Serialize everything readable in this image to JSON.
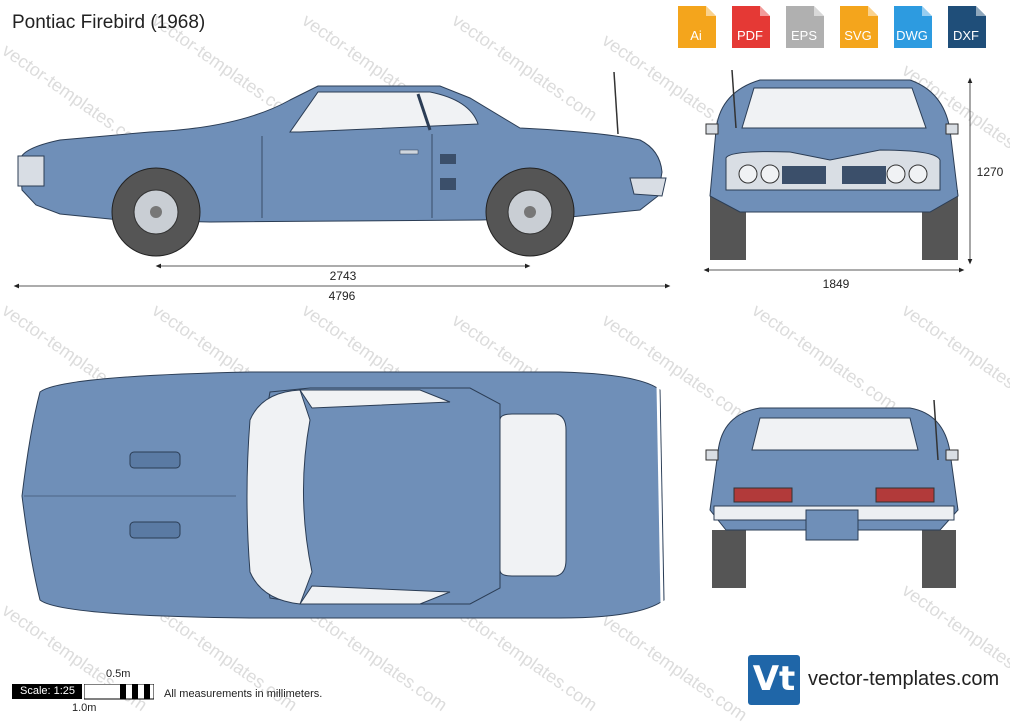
{
  "title": "Pontiac Firebird (1968)",
  "formats": [
    {
      "label": "Ai",
      "color": "#f4a51c"
    },
    {
      "label": "PDF",
      "color": "#e53935"
    },
    {
      "label": "EPS",
      "color": "#b0b0b0"
    },
    {
      "label": "SVG",
      "color": "#f4a51c"
    },
    {
      "label": "DWG",
      "color": "#2d9be0"
    },
    {
      "label": "DXF",
      "color": "#1f4e79"
    }
  ],
  "dimensions": {
    "wheelbase": "2743",
    "length": "4796",
    "height": "1270",
    "width": "1849"
  },
  "scale": {
    "label": "Scale: 1:25",
    "half_meter": "0.5m",
    "one_meter": "1.0m"
  },
  "note": "All measurements in millimeters.",
  "watermark": "vector-templates.com",
  "footer": {
    "logo_text": "Vt",
    "site": "vector-templates.com"
  },
  "colors": {
    "body": "#6f8fb8",
    "body_dark": "#5a7aa3",
    "glass": "#f0f2f4",
    "tire": "#555555"
  }
}
